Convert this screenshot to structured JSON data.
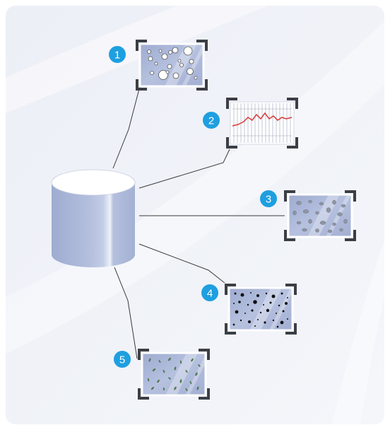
{
  "diagram": {
    "hub": {
      "label": "",
      "kind": "database-cylinder"
    },
    "nodes": [
      {
        "badge": "1",
        "icon": "bubbles-panel-icon",
        "pattern": "bubbles"
      },
      {
        "badge": "2",
        "icon": "line-chart-panel-icon",
        "pattern": "line-chart"
      },
      {
        "badge": "3",
        "icon": "grey-stones-panel-icon",
        "pattern": "stones"
      },
      {
        "badge": "4",
        "icon": "black-specks-panel-icon",
        "pattern": "specks"
      },
      {
        "badge": "5",
        "icon": "green-flecks-panel-icon",
        "pattern": "flecks"
      }
    ],
    "colors": {
      "badge": "#1e9fe0",
      "frame": "#3b3f45",
      "glass": "#a9b5d6",
      "cylinder": "#aab7d7",
      "line": "#3a3a3a",
      "chart_line": "#d63a3a"
    }
  }
}
